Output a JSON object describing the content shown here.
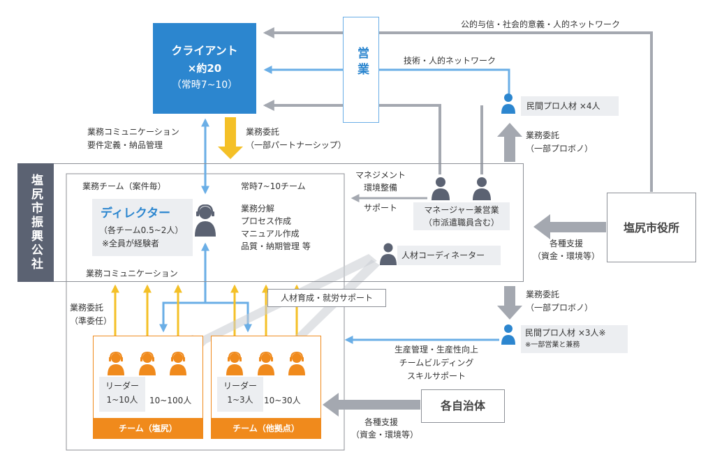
{
  "client": {
    "name": "クライアント",
    "count": "×約20",
    "note": "（常時7~10）"
  },
  "sales": {
    "label": "営業"
  },
  "corp": {
    "name": "塩尻市振興公社"
  },
  "city_office": {
    "label": "塩尻市役所"
  },
  "municipalities": {
    "label": "各自治体"
  },
  "top_line": "公的与信・社会的意義・人的ネットワーク",
  "tech_network": "技術・人的ネットワーク",
  "private_pro_top": {
    "label": "民間プロ人材 ×4人"
  },
  "private_pro_bottom": {
    "label": "民間プロ人材 ×3人※",
    "note": "※一部営業と兼務"
  },
  "left_comm": [
    "業務コミュニケーション",
    "要件定義・納品管理"
  ],
  "consign_main": [
    "業務委託",
    "（一部パートナーシップ）"
  ],
  "consign_probono_top": [
    "業務委託",
    "（一部プロボノ）"
  ],
  "consign_probono_mid": [
    "業務委託",
    "（一部プロボノ）"
  ],
  "team_header": "業務チーム（案件毎）",
  "always_teams": "常時7~10チーム",
  "director": {
    "title": "ディレクター",
    "sub1": "（各チーム0.5~2人）",
    "sub2": "※全員が経験者"
  },
  "tasks": [
    "業務分解",
    "プロセス作成",
    "マニュアル作成",
    "品質・納期管理 等"
  ],
  "mgmt_support": [
    "マネジメント",
    "環境整備",
    "サポート"
  ],
  "manager": {
    "line1": "マネージャー兼営業",
    "line2": "（市派遣職員含む）"
  },
  "coordinator": {
    "label": "人材コーディネーター"
  },
  "biz_comm": "業務コミュニケーション",
  "consign_quasi": [
    "業務委託",
    "（準委任）"
  ],
  "hr_support": "人材育成・就労サポート",
  "support_city": [
    "各種支援",
    "（資金・環境等）"
  ],
  "support_muni": [
    "各種支援",
    "（資金・環境等）"
  ],
  "production": [
    "生産管理・生産性向上",
    "チームビルディング",
    "スキルサポート"
  ],
  "team_shiojiri": {
    "leader": "リーダー",
    "leader_count": "1~10人",
    "members": "10~100人",
    "label": "チーム（塩尻）"
  },
  "team_other": {
    "leader": "リーダー",
    "leader_count": "1~3人",
    "members": "10~30人",
    "label": "チーム（他拠点）"
  },
  "colors": {
    "blue": "#2c86cf",
    "light_blue": "#6aaee6",
    "gray": "#a4a8b0",
    "slate": "#5b6272",
    "orange": "#f08a1c",
    "yellow": "#f4c027"
  }
}
